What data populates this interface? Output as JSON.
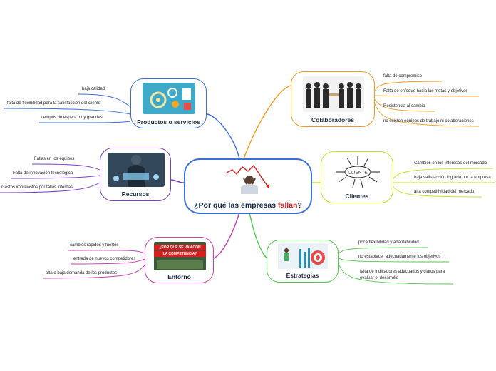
{
  "central": {
    "title_prefix": "¿Por qué las empresas ",
    "title_highlight": "fallan",
    "title_suffix": "?"
  },
  "branches": {
    "productos": {
      "label": "Productos o servicios",
      "color": "#3a6fd8",
      "leaves": [
        "baja calidad",
        "falta de flexibilidad para la satisfacción del cliente",
        "tiempos de espera muy grandes"
      ]
    },
    "recursos": {
      "label": "Recursos",
      "color": "#7a3fc8",
      "leaves": [
        "Fallas en los equipos",
        "Falta de innovación tecnológica",
        "Gastos imprevistos por fallas internas"
      ]
    },
    "entorno": {
      "label": "Entorno",
      "color": "#c93fb3",
      "banner_line1": "¿POR QUÉ SE VAN CON",
      "banner_line2": "LA COMPETENCIA?",
      "leaves": [
        "cambios rápidos y fuertes",
        "entrada de nuevos competidores",
        "alta o baja demanda de los productos"
      ]
    },
    "colaboradores": {
      "label": "Colaboradores",
      "color": "#f39a1e",
      "leaves": [
        "falta de compromiso",
        "Falta de enfoque hacia las metas y objetivos",
        "Resistencia al cambio",
        "no existen equipos de trabajo ni colaboraciones"
      ]
    },
    "clientes": {
      "label": "Clientes",
      "color": "#c8dc2a",
      "bubble": "CLIENTE",
      "leaves": [
        "Cambios en los intereses del mercado",
        "baja satisfacción lograda por la empresa",
        "alta competitividad del mercado"
      ]
    },
    "estrategias": {
      "label": "Estrategias",
      "color": "#4cc94c",
      "leaves": [
        "poca flexibilidad y adaptabilidad",
        "no establecer adecuadamente los objetivos",
        "falta de indicadores adecuados y claros para",
        "evaluar el desarrollo"
      ]
    }
  }
}
